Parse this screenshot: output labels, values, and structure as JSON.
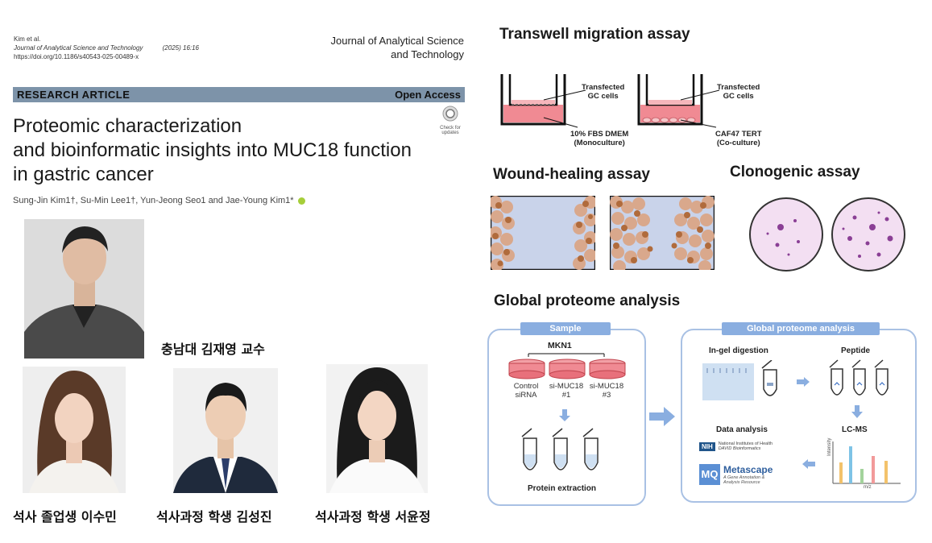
{
  "paper": {
    "author_short": "Kim et al.",
    "journal_ref": "Journal of Analytical Science and Technology",
    "year_vol": "(2025) 16:16",
    "doi": "https://doi.org/10.1186/s40543-025-00489-x",
    "journal_name_line1": "Journal of Analytical Science",
    "journal_name_line2": "and Technology",
    "article_type": "RESEARCH ARTICLE",
    "access": "Open Access",
    "check_updates_line1": "Check for",
    "check_updates_line2": "updates",
    "title_line1": "Proteomic characterization",
    "title_line2": "and bioinformatic insights into MUC18 function",
    "title_line3": "in gastric cancer",
    "authors": "Sung-Jin Kim1†, Su-Min Lee1†, Yun-Jeong Seo1 and Jae-Young Kim1*"
  },
  "people": {
    "professor": "충남대 김재영 교수",
    "person1": "석사 졸업생 이수민",
    "person2": "석사과정 학생 김성진",
    "person3": "석사과정 학생 서윤정"
  },
  "assays": {
    "transwell": {
      "title": "Transwell migration assay",
      "left_top_label_1": "Transfected",
      "left_top_label_2": "GC cells",
      "left_bottom_label_1": "10% FBS DMEM",
      "left_bottom_label_2": "(Monoculture)",
      "right_top_label_1": "Transfected",
      "right_top_label_2": "GC cells",
      "right_bottom_label_1": "CAF47 TERT",
      "right_bottom_label_2": "(Co-culture)"
    },
    "wound": {
      "title": "Wound-healing assay"
    },
    "clonogenic": {
      "title": "Clonogenic assay"
    },
    "proteome": {
      "title": "Global proteome analysis",
      "sample_header": "Sample",
      "cell_line": "MKN1",
      "dish1_1": "Control",
      "dish1_2": "siRNA",
      "dish2_1": "si-MUC18",
      "dish2_2": "#1",
      "dish3_1": "si-MUC18",
      "dish3_2": "#3",
      "protein_extraction": "Protein extraction",
      "analysis_header": "Global proteome analysis",
      "in_gel": "In-gel digestion",
      "peptide": "Peptide",
      "lcms": "LC-MS",
      "data_analysis": "Data analysis",
      "nih_1": "National Institutes of Health",
      "nih_2": "DAVID Bioinformatics",
      "nih_badge": "NIH",
      "metascape": "Metascape",
      "metascape_sub_1": "A Gene Annotation &",
      "metascape_sub_2": "Analysis Resource",
      "mq_badge": "MQ",
      "y_axis": "Intensity",
      "x_axis": "m/z"
    }
  },
  "colors": {
    "banner": "#7d93a9",
    "medium_pink": "#f08a93",
    "cell_brown": "#b06b3c",
    "cell_tan": "#d9a88c",
    "wound_gap": "#c9d3ea",
    "colony_purple": "#8a3f95",
    "panel_border": "#a9c1e4",
    "header_blue": "#8aaee0"
  }
}
